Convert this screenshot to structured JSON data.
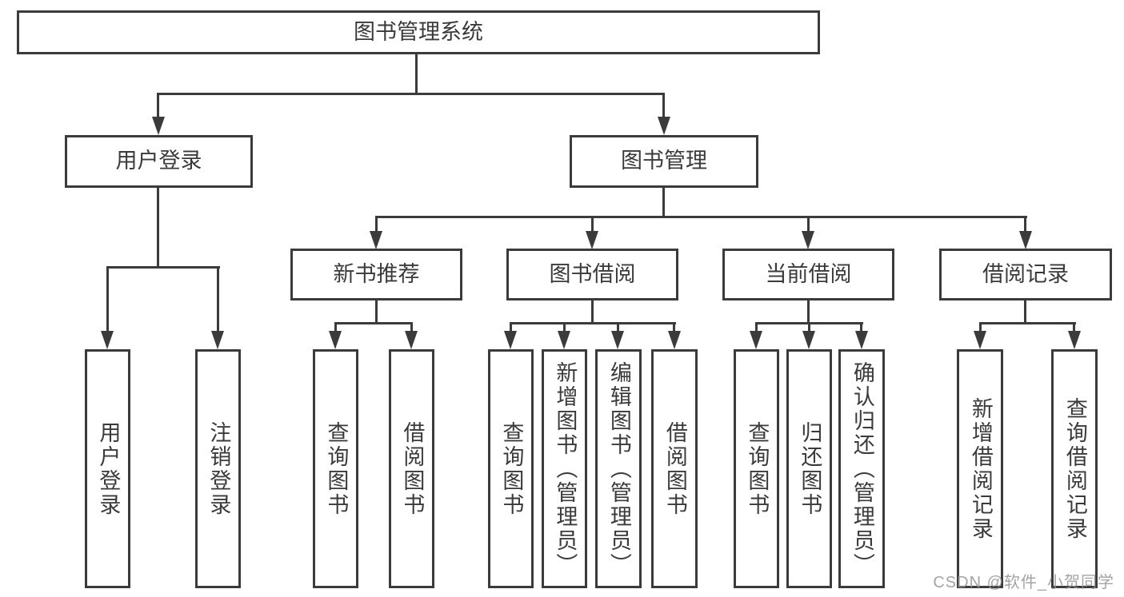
{
  "diagram_title": "图书管理系统",
  "tree": {
    "label": "图书管理系统",
    "children": [
      {
        "label": "用户登录",
        "children": [
          {
            "label": "用户登录"
          },
          {
            "label": "注销登录"
          }
        ]
      },
      {
        "label": "图书管理",
        "children": [
          {
            "label": "新书推荐",
            "children": [
              {
                "label": "查询图书"
              },
              {
                "label": "借阅图书"
              }
            ]
          },
          {
            "label": "图书借阅",
            "children": [
              {
                "label": "查询图书"
              },
              {
                "label": "新增图书（管理员）"
              },
              {
                "label": "编辑图书（管理员）"
              },
              {
                "label": "借阅图书"
              }
            ]
          },
          {
            "label": "当前借阅",
            "children": [
              {
                "label": "查询图书"
              },
              {
                "label": "归还图书"
              },
              {
                "label": "确认归还（管理员）"
              }
            ]
          },
          {
            "label": "借阅记录",
            "children": [
              {
                "label": "新增借阅记录"
              },
              {
                "label": "查询借阅记录"
              }
            ]
          }
        ]
      }
    ]
  },
  "watermark": "CSDN @软件_小贺同学",
  "colors": {
    "line": "#3b3b3b",
    "text": "#3a3a3a",
    "background": "#ffffff",
    "watermark": "#949494"
  }
}
